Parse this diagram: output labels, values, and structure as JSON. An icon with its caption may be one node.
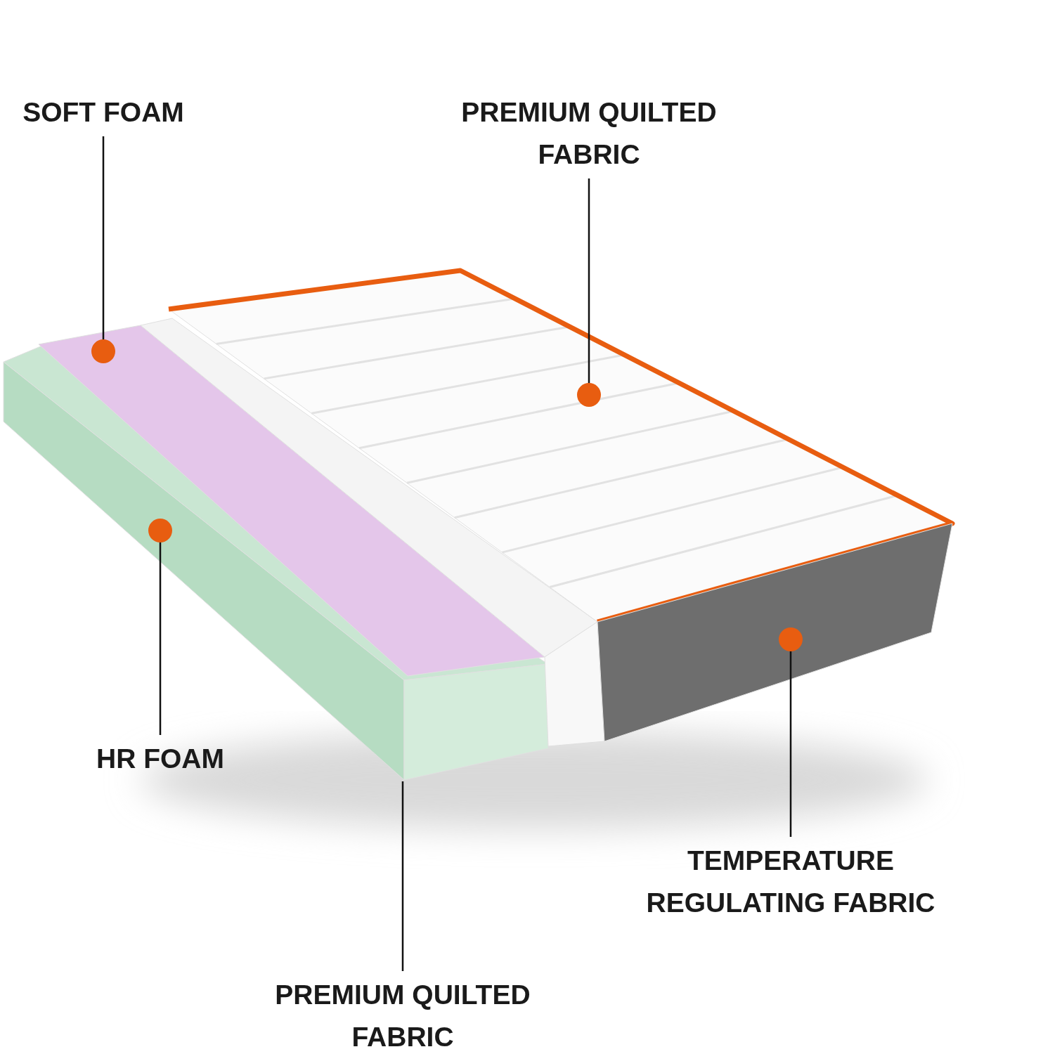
{
  "diagram": {
    "nodes": [
      {
        "text": [
          "SOFT FOAM"
        ]
      },
      {
        "text": [
          "PREMIUM QUILTED FABRIC"
        ]
      },
      {
        "text": [
          "HR FOAM"
        ]
      },
      {
        "text": [
          "TEMPERATURE REGULATING FABRIC"
        ]
      },
      {
        "text": [
          "PREMIUM QUILTED FABRIC"
        ]
      },
      {
        "text": [],
        "shape": "picture"
      },
      {
        "text": [],
        "shape": "picture"
      },
      {
        "text": [],
        "shape": "picture"
      },
      {
        "text": [],
        "shape": "picture"
      }
    ],
    "edges": [
      {
        "from": 0,
        "to": 5,
        "arrow": "none"
      },
      {
        "from": 1,
        "to": 6,
        "arrow": "none"
      },
      {
        "from": 2,
        "to": 7,
        "arrow": "none"
      },
      {
        "from": 3,
        "to": 8,
        "arrow": "none"
      },
      {
        "from": 4,
        "to": 7,
        "arrow": "none"
      }
    ]
  }
}
